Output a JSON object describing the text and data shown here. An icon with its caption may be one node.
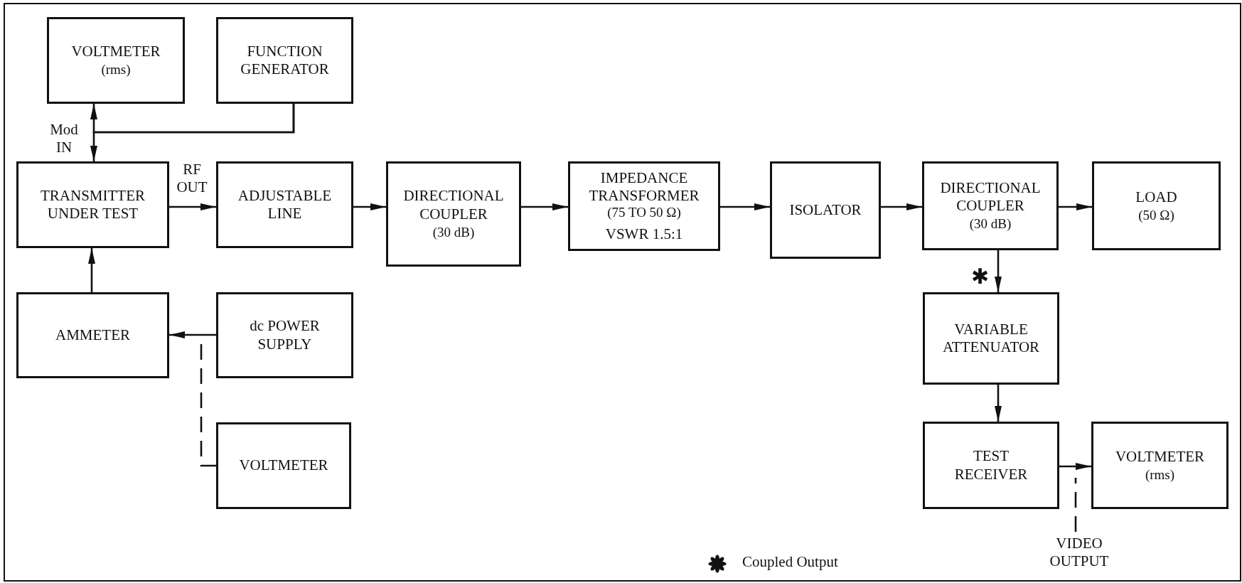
{
  "diagram": {
    "nodes": [
      {
        "text": [
          "VOLTMETER",
          "(rms)"
        ]
      },
      {
        "text": [
          "FUNCTION GENERATOR"
        ]
      },
      {
        "text": [
          "TRANSMITTER UNDER TEST"
        ]
      },
      {
        "text": [
          "ADJUSTABLE LINE"
        ]
      },
      {
        "text": [
          "DIRECTIONAL COUPLER",
          "(30 dB)"
        ]
      },
      {
        "text": [
          "IMPEDANCE TRANSFORMER",
          "(75 TO 50 Ω)",
          "VSWR 1.5:1"
        ]
      },
      {
        "text": [
          "ISOLATOR"
        ]
      },
      {
        "text": [
          "DIRECTIONAL COUPLER",
          "(30 dB)"
        ]
      },
      {
        "text": [
          "LOAD",
          "(50 Ω)"
        ]
      },
      {
        "text": [
          "AMMETER"
        ]
      },
      {
        "text": [
          "dc POWER SUPPLY"
        ]
      },
      {
        "text": [
          "VARIABLE ATTENUATOR"
        ]
      },
      {
        "text": [
          "VOLTMETER"
        ]
      },
      {
        "text": [
          "TEST RECEIVER"
        ]
      },
      {
        "text": [
          "VOLTMETER",
          "(rms)"
        ]
      },
      {
        "text": [
          "VIDEO OUTPUT"
        ]
      }
    ],
    "edges": [
      {
        "from": 1,
        "to": 0,
        "arrow": "to"
      },
      {
        "from": 1,
        "to": 2,
        "arrow": "to"
      },
      {
        "from": 2,
        "to": 3,
        "arrow": "to"
      },
      {
        "from": 3,
        "to": 4,
        "arrow": "to"
      },
      {
        "from": 4,
        "to": 5,
        "arrow": "to"
      },
      {
        "from": 5,
        "to": 6,
        "arrow": "to"
      },
      {
        "from": 6,
        "to": 7,
        "arrow": "to"
      },
      {
        "from": 7,
        "to": 8,
        "arrow": "to"
      },
      {
        "from": 9,
        "to": 2,
        "arrow": "to"
      },
      {
        "from": 10,
        "to": 9,
        "arrow": "to"
      },
      {
        "from": 12,
        "to": null,
        "arrow": "none",
        "style": "dashed"
      },
      {
        "from": 7,
        "to": 11,
        "arrow": "to",
        "label": "✱"
      },
      {
        "from": 11,
        "to": 13,
        "arrow": "to"
      },
      {
        "from": 13,
        "to": 14,
        "arrow": "to"
      },
      {
        "from": 15,
        "to": null,
        "arrow": "none",
        "style": "dashed"
      }
    ],
    "labels": [
      "Mod IN",
      "RF OUT"
    ],
    "legend": [
      {
        "text": "Coupled Output"
      }
    ]
  }
}
